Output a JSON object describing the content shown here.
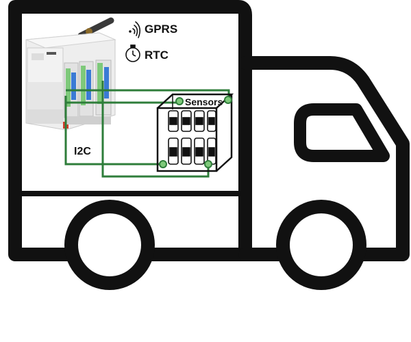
{
  "labels": {
    "gprs": "GPRS",
    "rtc": "RTC",
    "i2c": "I2C",
    "sensors": "Sensors"
  },
  "icons": {
    "gprs": "signal-wave-icon",
    "rtc": "stopwatch-icon",
    "controller": "plc-controller-icon",
    "sensor_box": "sensor-vials-box-icon",
    "truck": "delivery-truck-icon"
  },
  "colors": {
    "truck_outline": "#111111",
    "wire": "#2e7d3a",
    "terminal_green": "#7ec97a",
    "module_blue": "#3a7bd5"
  }
}
